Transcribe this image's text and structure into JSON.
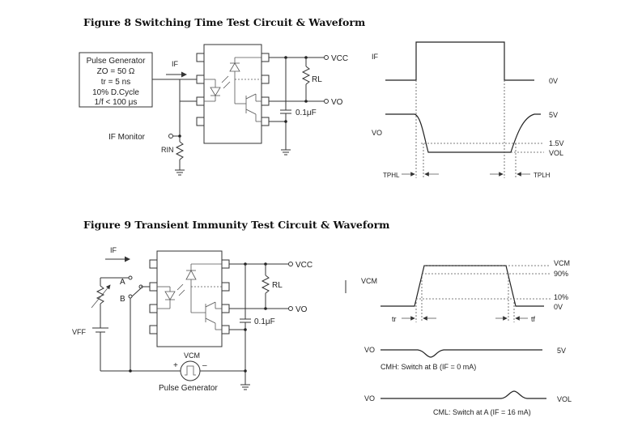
{
  "fig8": {
    "title": "Figure 8 Switching Time Test Circuit & Waveform",
    "pulse_gen": [
      "Pulse Generator",
      "ZO = 50 Ω",
      "tr = 5 ns",
      "10% D.Cycle",
      "1/f < 100 μs"
    ],
    "if_label": "IF",
    "if_monitor": "IF Monitor",
    "rin": "RIN",
    "rl": "RL",
    "cap": "0.1μF",
    "vcc": "VCC",
    "vo": "VO",
    "wave": {
      "if": "IF",
      "vo": "VO",
      "zero_v": "0V",
      "five_v": "5V",
      "v15": "1.5V",
      "vol": "VOL",
      "tphl": "TPHL",
      "tplh": "TPLH"
    }
  },
  "fig9": {
    "title": "Figure 9 Transient Immunity Test Circuit & Waveform",
    "if_label": "IF",
    "a": "A",
    "b": "B",
    "vff": "VFF",
    "vcm": "VCM",
    "pulse_gen": "Pulse Generator",
    "plus": "+",
    "minus": "–",
    "rl": "RL",
    "cap": "0.1μF",
    "vcc": "VCC",
    "vo": "VO",
    "wave": {
      "vcm_left": "VCM",
      "vcm_right": "VCM",
      "p90": "90%",
      "p10": "10%",
      "zero_v": "0V",
      "tr": "tr",
      "tf": "tf",
      "vo1": "VO",
      "five_v": "5V",
      "cmh": "CMH: Switch at B (IF = 0 mA)",
      "vo2": "VO",
      "vol": "VOL",
      "cml": "CML: Switch at A (IF = 16 mA)"
    }
  }
}
